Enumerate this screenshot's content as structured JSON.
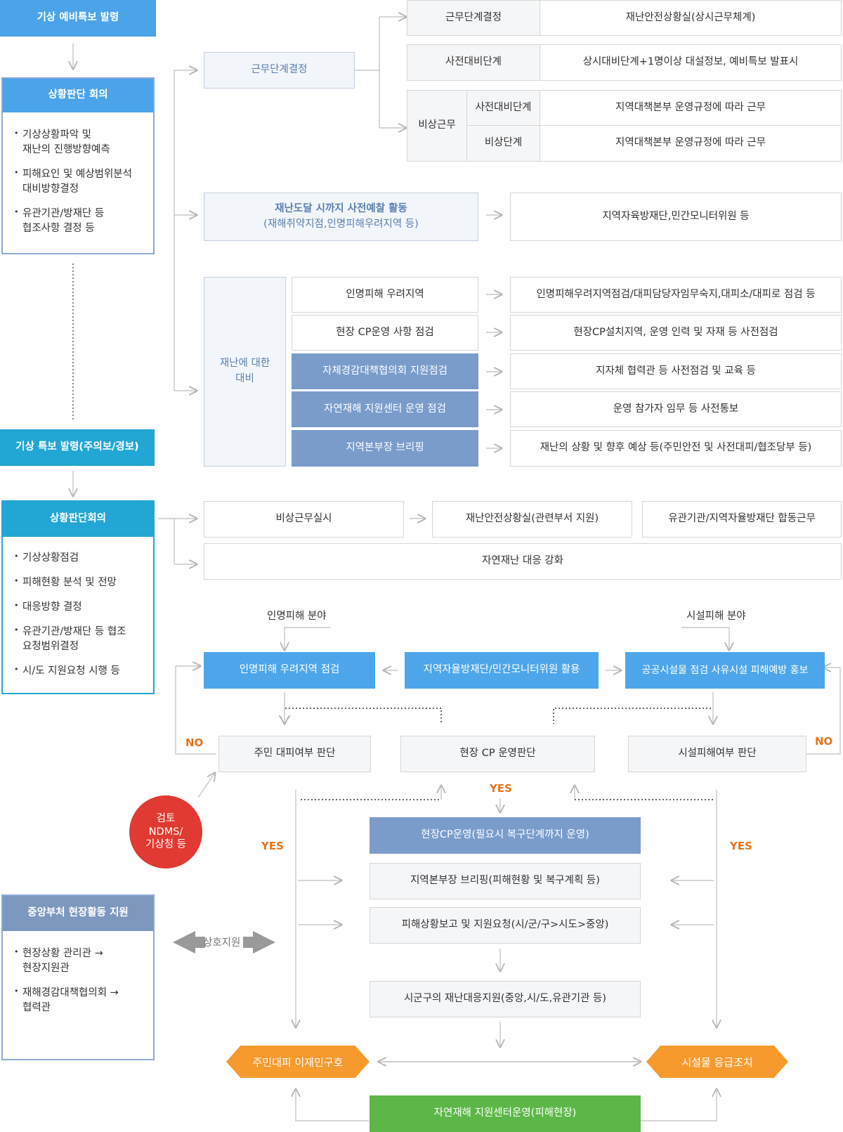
{
  "left": {
    "pre_warning": "기상 예비특보 발령",
    "meeting1": {
      "title": "상황판단 회의",
      "items": [
        "기상상황파악 및\n재난의 진행방향예측",
        "피해요인 및 예상범위분석\n대비방향결정",
        "유관기관/방재단 등\n협조사항 결정 등"
      ]
    },
    "warning": "기상 특보 발령(주의보/경보)",
    "meeting2": {
      "title": "상황판단회의",
      "items": [
        "기상상황점검",
        "피해현황 분석 및 전망",
        "대응방향 결정",
        "유관기관/방재단 등 협조\n요청범위결정",
        "시/도 지원요청 시행 등"
      ]
    },
    "central": {
      "title": "중앙부처 현장활동 지원",
      "items": [
        "현장상황 관리관 →\n현장지원관",
        "재해경감대책협의회 →\n협력관"
      ]
    },
    "mutual": "상호지원",
    "review": "검토\nNDMS/\n기상청 등"
  },
  "duty": {
    "decision": "근무단계결정",
    "rows": [
      {
        "label": "근무단계결정",
        "desc": "재난안전상황실(상시근무체계)"
      },
      {
        "label": "사전대비단계",
        "desc": "상시대비단계+1명이상 대설정보, 예비특보 발표시"
      }
    ],
    "emergency": {
      "label": "비상근무",
      "rows": [
        {
          "label": "사전대비단계",
          "desc": "지역대책본부 운영규정에 따라 근무"
        },
        {
          "label": "비상단계",
          "desc": "지역대책본부 운영규정에 따라 근무"
        }
      ]
    }
  },
  "patrol": {
    "title": "재난도달 시까지 사전예찰 활동",
    "subtitle": "(재해취약지점,인명피해우려지역 등)",
    "desc": "지역자육방재단,민간모니터위원 등"
  },
  "prep": {
    "title": "재난에 대한\n대비",
    "rows": [
      {
        "label": "인명피해 우려지역",
        "desc": "인명피해우려지역점검/대피담당자임무숙지,대피소/대피로 점검 등"
      },
      {
        "label": "현장 CP운영 사항 점검",
        "desc": "현장CP설치지역, 운영 인력 및 자재 등 사전점검"
      },
      {
        "label": "자체경감대책협의회 지원점검",
        "desc": "지자체 협력관 등 사전점검 및 교육 등"
      },
      {
        "label": "자연재해 지원센터 운영 점검",
        "desc": "운영 참가자 임무 등 사전통보"
      },
      {
        "label": "지역본부장 브리핑",
        "desc": "재난의 상황 및 향후 예상 등(주민안전 및 사전대피/협조당부 등)"
      }
    ]
  },
  "response": {
    "emergency_duty": "비상근무실시",
    "situation_room": "재난안전상황실(관련부서 지원)",
    "joint": "유관기관/지역자율방재단 합동근무",
    "reinforce": "자연재난 대응 강화"
  },
  "flow": {
    "life_area": "인명피해 분야",
    "facility_area": "시설피해 분야",
    "life_check": "인명피해 우려지역 점검",
    "volunteer": "지역자율방재단/민간모니터위원 활용",
    "facility_check": "공공시설물 점검 사유시설 피해예방 홍보",
    "evac_decision": "주민 대피여부 판단",
    "cp_decision": "현장 CP 운영판단",
    "facility_decision": "시설피해여부 판단",
    "no": "NO",
    "yes": "YES",
    "cp_operation": "현장CP운영(필요시 복구단계까지 운영)",
    "briefing": "지역본부장 브리핑(피해현황 및 복구계획 등)",
    "report": "피해상황보고 및 지원요청(시/군/구>시도>중앙)",
    "support": "시군구의 재난대응지원(중앙,시/도,유관기관 등)",
    "evacuation": "주민대피 이재민구호",
    "emergency_action": "시설물 응급조치",
    "center": "자연재해 지원센터운영(피해현장)"
  },
  "colors": {
    "header_blue": "#4ba3e9",
    "teal": "#22a6d4",
    "slate": "#7d98be",
    "steel": "#7a9ccb",
    "orange": "#f79a2e",
    "green": "#5cb748",
    "red": "#e03a32"
  }
}
